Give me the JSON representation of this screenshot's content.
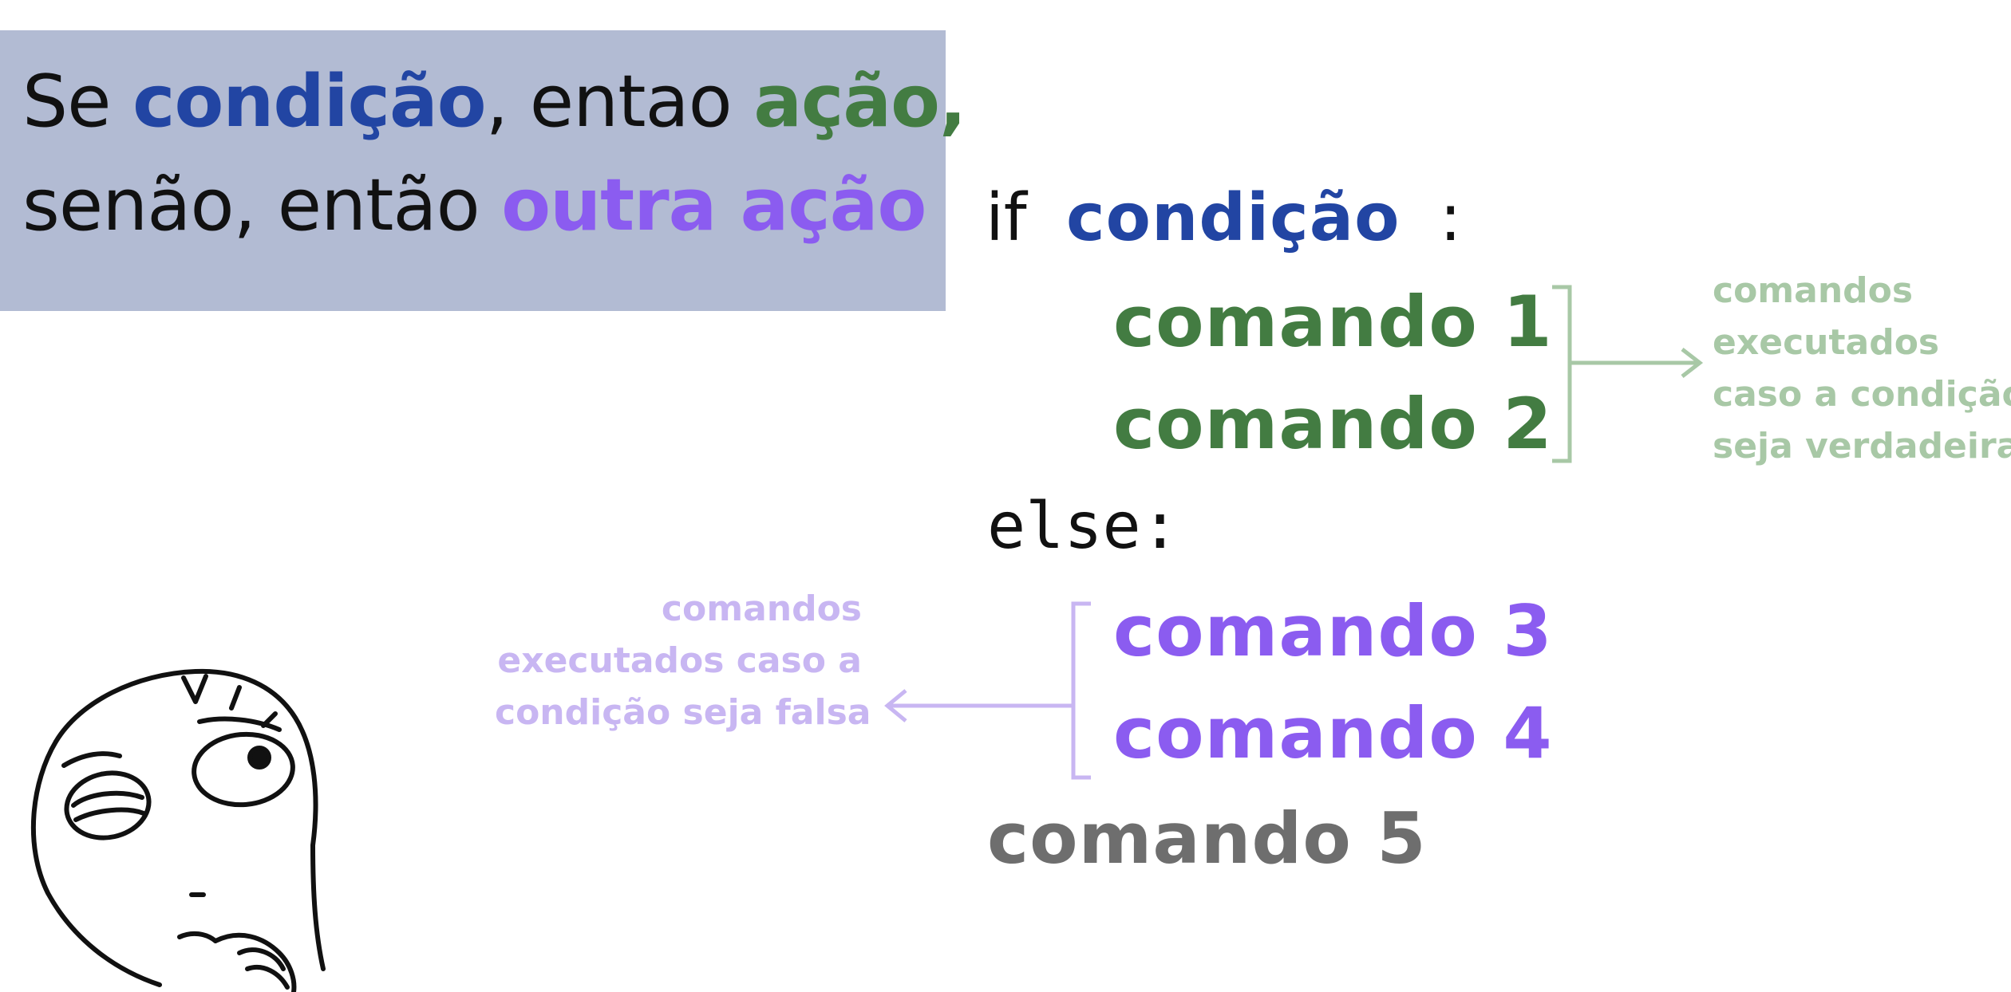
{
  "colors": {
    "background": "#ffffff",
    "box": "#b2bbd3",
    "text": "#111111",
    "condition": "#2245a3",
    "action": "#437c42",
    "other_action": "#8b5cf0",
    "neutral_command": "#6e6e6e",
    "true_note": "#a8c8a6",
    "false_note": "#c8b6f2"
  },
  "box": {
    "line1": {
      "t1": "Se ",
      "condicao": "condição",
      "t2": ", entao ",
      "acao": "ação,"
    },
    "line2": {
      "t1": "senão, então  ",
      "outra_acao": "outra ação"
    }
  },
  "code": {
    "if_keyword": "if",
    "if_condition": "condição",
    "if_colon": ":",
    "cmd1": "comando 1",
    "cmd2": "comando 2",
    "else_line": "else:",
    "cmd3": "comando 3",
    "cmd4": "comando 4",
    "cmd5": "comando 5"
  },
  "notes": {
    "true_branch": [
      "comandos",
      "executados",
      "caso a condição",
      "seja verdadeira"
    ],
    "false_branch": [
      "comandos",
      "executados caso a",
      "condição seja falsa"
    ]
  },
  "illustration": {
    "name": "thinking-face-meme"
  }
}
